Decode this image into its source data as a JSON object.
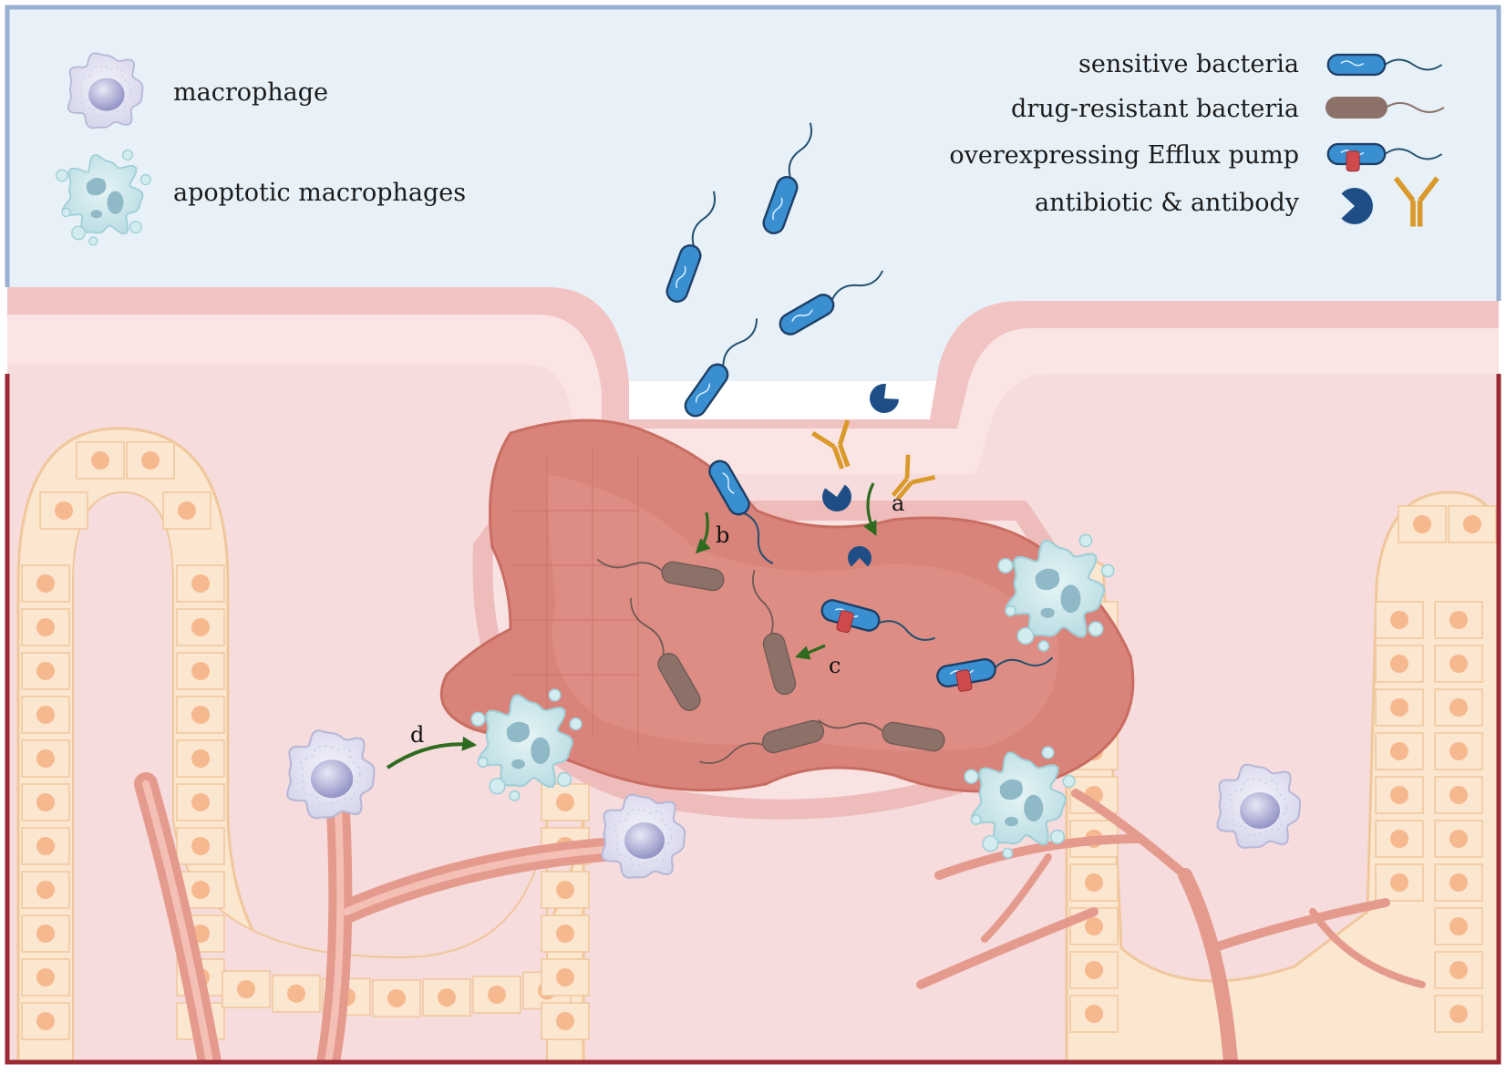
{
  "legend": {
    "left": [
      {
        "label": "macrophage",
        "icon": "macrophage-icon"
      },
      {
        "label": "apoptotic macrophages",
        "icon": "apoptotic-macrophage-icon"
      }
    ],
    "right": [
      {
        "label": "sensitive bacteria",
        "icon": "sensitive-bacteria-icon"
      },
      {
        "label": "drug-resistant bacteria",
        "icon": "drug-resistant-bacteria-icon"
      },
      {
        "label": "overexpressing Efflux pump",
        "icon": "efflux-pump-bacteria-icon"
      },
      {
        "label": "antibiotic & antibody",
        "icon": "antibiotic-antibody-icon"
      }
    ]
  },
  "steps": {
    "a": "a",
    "b": "b",
    "c": "c",
    "d": "d"
  },
  "colors": {
    "lumen": "#e8f1f8",
    "frame_top": "#9ab0d2",
    "frame_bottom": "#9b2a34",
    "tissue": "#f6dcdc",
    "epithelium": "#fbe6cf",
    "nucleus": "#f6b98f",
    "biofilm": "#d9847a",
    "sensitive_bacteria": "#3a8fd1",
    "resistant_bacteria": "#8c7168",
    "efflux_pump": "#cf4b4b",
    "antibiotic": "#1f4e86",
    "antibody": "#d99a2b",
    "macrophage": "#c9c9e6",
    "apoptotic_macrophage": "#bfe0e6",
    "arrow": "#2e6b1f",
    "vessel": "#e59a8e"
  }
}
